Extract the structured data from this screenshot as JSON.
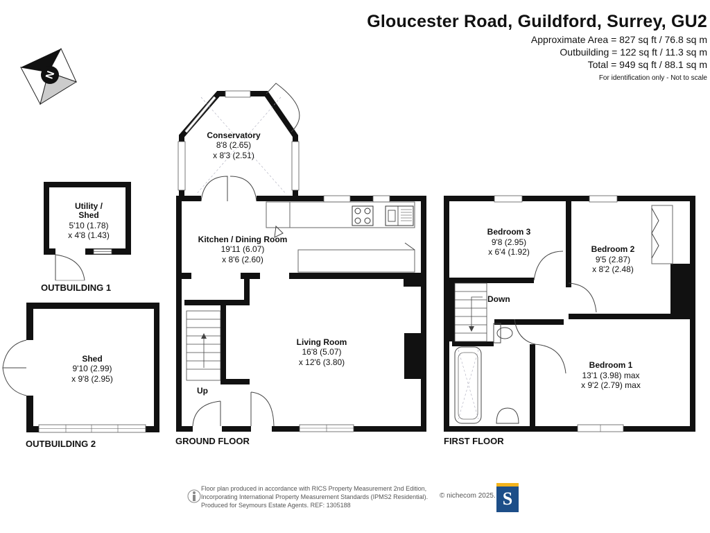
{
  "header": {
    "title": "Gloucester Road, Guildford, Surrey, GU2",
    "area_main": "Approximate Area = 827 sq ft / 76.8 sq m",
    "area_outbuilding": "Outbuilding = 122 sq ft / 11.3 sq m",
    "area_total": "Total = 949 sq ft / 88.1 sq m",
    "note": "For identification only - Not to scale"
  },
  "compass": {
    "letter": "N",
    "icon": "compass-icon"
  },
  "rooms": {
    "utility": {
      "name_1": "Utility /",
      "name_2": "Shed",
      "dim_1": "5'10 (1.78)",
      "dim_2": "x 4'8 (1.43)"
    },
    "shed": {
      "name": "Shed",
      "dim_1": "9'10 (2.99)",
      "dim_2": "x 9'8 (2.95)"
    },
    "conservatory": {
      "name": "Conservatory",
      "dim_1": "8'8 (2.65)",
      "dim_2": "x 8'3 (2.51)"
    },
    "kitchen": {
      "name": "Kitchen / Dining Room",
      "dim_1": "19'11 (6.07)",
      "dim_2": "x 8'6 (2.60)"
    },
    "living": {
      "name": "Living Room",
      "dim_1": "16'8 (5.07)",
      "dim_2": "x 12'6 (3.80)"
    },
    "bedroom3": {
      "name": "Bedroom 3",
      "dim_1": "9'8 (2.95)",
      "dim_2": "x 6'4 (1.92)"
    },
    "bedroom2": {
      "name": "Bedroom 2",
      "dim_1": "9'5 (2.87)",
      "dim_2": "x 8'2 (2.48)"
    },
    "bedroom1": {
      "name": "Bedroom 1",
      "dim_1": "13'1 (3.98) max",
      "dim_2": "x 9'2 (2.79) max"
    }
  },
  "stairs": {
    "up": "Up",
    "down": "Down"
  },
  "floors": {
    "outbuilding1": "OUTBUILDING 1",
    "outbuilding2": "OUTBUILDING 2",
    "ground": "GROUND FLOOR",
    "first": "FIRST FLOOR"
  },
  "footer": {
    "line1": "Floor plan produced in accordance with RICS Property Measurement 2nd Edition,",
    "line2": "Incorporating International Property Measurement Standards (IPMS2 Residential).",
    "line3": "Produced for Seymours Estate Agents.   REF: 1305188",
    "copyright": "© nichecom 2025.",
    "logo_letter": "S"
  },
  "colors": {
    "wall": "#111111",
    "window": "#ffffff",
    "fixture": "#777777",
    "logo_blue": "#1d4e88",
    "logo_gold": "#f3b31c"
  }
}
